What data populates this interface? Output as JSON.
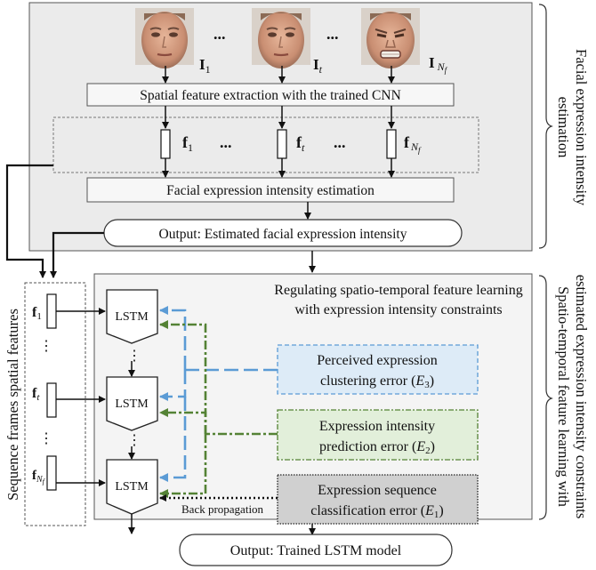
{
  "top_section": {
    "images": [
      {
        "label_main": "I",
        "label_sub": "1"
      },
      {
        "label_main": "I",
        "label_sub": "t"
      },
      {
        "label_main": "I",
        "label_sub": "N",
        "label_subsub": "f"
      }
    ],
    "ellipsis": "...",
    "spatial_box": "Spatial feature extraction with the trained CNN",
    "features": [
      {
        "label_main": "f",
        "label_sub": "1"
      },
      {
        "label_main": "f",
        "label_sub": "t"
      },
      {
        "label_main": "f",
        "label_sub": "N",
        "label_subsub": "f"
      }
    ],
    "intensity_box": "Facial expression intensity estimation",
    "output_box": "Output: Estimated facial expression intensity",
    "side_label": [
      "Facial expression intensity",
      "estimation"
    ]
  },
  "left_column": {
    "side_label": "Sequence frames spatial features",
    "features": [
      {
        "label_main": "f",
        "label_sub": "1"
      },
      {
        "label_main": "f",
        "label_sub": "t"
      },
      {
        "label_main": "f",
        "label_sub": "N",
        "label_subsub": "f"
      }
    ],
    "dots": "⋮"
  },
  "bottom_section": {
    "title": [
      "Regulating spatio-temporal feature learning",
      "with expression intensity constraints"
    ],
    "lstm_label": "LSTM",
    "dots": "⋮",
    "errors": [
      {
        "line1": "Perceived expression",
        "line2_prefix": "clustering error (",
        "sym": "E",
        "sub": "3",
        "line2_suffix": ")"
      },
      {
        "line1": "Expression intensity",
        "line2_prefix": "prediction error (",
        "sym": "E",
        "sub": "2",
        "line2_suffix": ")"
      },
      {
        "line1": "Expression sequence",
        "line2_prefix": "classification error (",
        "sym": "E",
        "sub": "1",
        "line2_suffix": ")"
      }
    ],
    "back_propagation": "Back propagation",
    "side_label": [
      "Spatio-temporal feature learning with",
      "estimated expression intensity constraints"
    ],
    "output_box": "Output: Trained LSTM model"
  },
  "colors": {
    "panel_bg": "#ebebeb",
    "panel_bg2": "#f4f4f4",
    "blue": "#5b9bd5",
    "blue_fill": "#ddebf7",
    "green": "#548235",
    "green_fill": "#e2efda",
    "gray_fill": "#d0d0d0"
  },
  "icons": [
    "face-neutral-icon",
    "face-mid-icon",
    "face-grimace-icon"
  ]
}
